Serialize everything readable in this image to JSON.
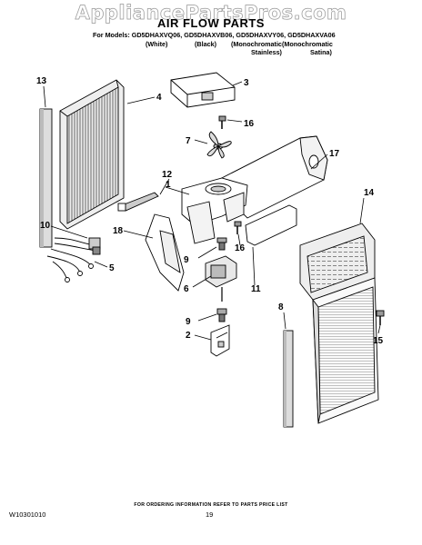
{
  "watermark": "AppliancePartsPros.com",
  "title": "AIR FLOW PARTS",
  "models_line": "For Models: GD5DHAXVQ06, GD5DHAXVB06, GD5DHAXVY06, GD5DHAXVA06",
  "variants": [
    {
      "line1": "(White)",
      "line2": ""
    },
    {
      "line1": "(Black)",
      "line2": ""
    },
    {
      "line1": "(Monochromatic",
      "line2": "Stainless)"
    },
    {
      "line1": "(Monochromatic",
      "line2": "Satina)"
    }
  ],
  "callouts": {
    "c1": "1",
    "c2": "2",
    "c3": "3",
    "c4": "4",
    "c5": "5",
    "c6": "6",
    "c7": "7",
    "c8": "8",
    "c9a": "9",
    "c9b": "9",
    "c10": "10",
    "c11": "11",
    "c12": "12",
    "c13": "13",
    "c14": "14",
    "c15": "15",
    "c16a": "16",
    "c16b": "16",
    "c17": "17",
    "c18": "18"
  },
  "footer_note": "FOR ORDERING INFORMATION REFER TO PARTS PRICE LIST",
  "doc_number": "W10301010",
  "page_number": "19"
}
